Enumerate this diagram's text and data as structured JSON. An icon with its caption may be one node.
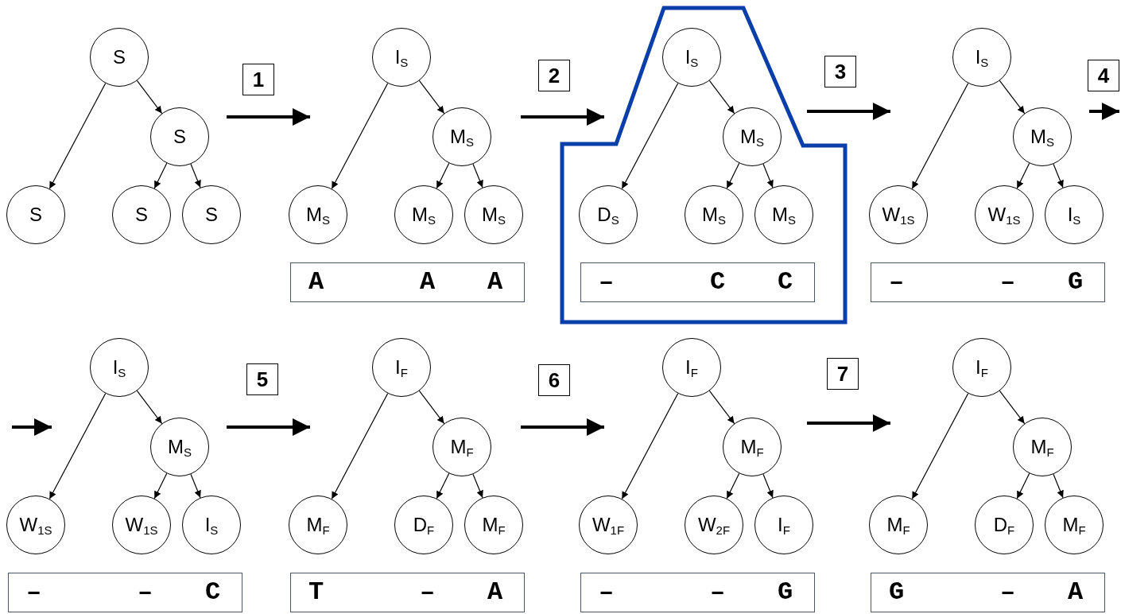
{
  "diagram": {
    "nodes": [
      {
        "text": [
          "S"
        ]
      },
      {
        "text": [
          "S"
        ]
      },
      {
        "text": [
          "S"
        ]
      },
      {
        "text": [
          "S"
        ]
      },
      {
        "text": [
          "S"
        ]
      },
      {
        "text": [
          "1"
        ]
      },
      {
        "text": [
          "I$_{S}$"
        ]
      },
      {
        "text": [
          "M$_{S}$"
        ]
      },
      {
        "text": [
          "M$_{S}$"
        ]
      },
      {
        "text": [
          "M$_{S}$"
        ]
      },
      {
        "text": [
          "M$_{S}$"
        ]
      },
      {
        "text": [
          "A",
          "A",
          "A"
        ]
      },
      {
        "text": [
          "2"
        ]
      },
      {
        "text": [
          "I$_{S}$"
        ]
      },
      {
        "text": [
          "M$_{S}$"
        ]
      },
      {
        "text": [
          "D$_{S}$"
        ]
      },
      {
        "text": [
          "M$_{S}$"
        ]
      },
      {
        "text": [
          "M$_{S}$"
        ]
      },
      {
        "text": [
          "–",
          "C",
          "C"
        ]
      },
      {
        "text": [
          "3"
        ]
      },
      {
        "text": [
          "I$_{S}$"
        ]
      },
      {
        "text": [
          "M$_{S}$"
        ]
      },
      {
        "text": [
          "W$_{1S}$"
        ]
      },
      {
        "text": [
          "W$_{1S}$"
        ]
      },
      {
        "text": [
          "I$_{S}$"
        ]
      },
      {
        "text": [
          "–",
          "–",
          "G"
        ]
      },
      {
        "text": [
          "4"
        ]
      },
      {
        "text": [
          "I$_{S}$"
        ]
      },
      {
        "text": [
          "M$_{S}$"
        ]
      },
      {
        "text": [
          "W$_{1S}$"
        ]
      },
      {
        "text": [
          "W$_{1S}$"
        ]
      },
      {
        "text": [
          "I$_{S}$"
        ]
      },
      {
        "text": [
          "–",
          "–",
          "C"
        ]
      },
      {
        "text": [
          "5"
        ]
      },
      {
        "text": [
          "I$_{F}$"
        ]
      },
      {
        "text": [
          "M$_{F}$"
        ]
      },
      {
        "text": [
          "M$_{F}$"
        ]
      },
      {
        "text": [
          "D$_{F}$"
        ]
      },
      {
        "text": [
          "M$_{F}$"
        ]
      },
      {
        "text": [
          "T",
          "–",
          "A"
        ]
      },
      {
        "text": [
          "6"
        ]
      },
      {
        "text": [
          "I$_{F}$"
        ]
      },
      {
        "text": [
          "M$_{F}$"
        ]
      },
      {
        "text": [
          "W$_{1F}$"
        ]
      },
      {
        "text": [
          "W$_{2F}$"
        ]
      },
      {
        "text": [
          "I$_{F}$"
        ]
      },
      {
        "text": [
          "–",
          "–",
          "G"
        ]
      },
      {
        "text": [
          "7"
        ]
      },
      {
        "text": [
          "I$_{F}$"
        ]
      },
      {
        "text": [
          "M$_{F}$"
        ]
      },
      {
        "text": [
          "M$_{F}$"
        ]
      },
      {
        "text": [
          "D$_{F}$"
        ]
      },
      {
        "text": [
          "M$_{F}$"
        ]
      },
      {
        "text": [
          "G",
          "–",
          "A"
        ]
      }
    ],
    "edges": [
      {
        "from": 0,
        "to": 2,
        "arrow": "to"
      },
      {
        "from": 0,
        "to": 1,
        "arrow": "to"
      },
      {
        "from": 1,
        "to": 3,
        "arrow": "to"
      },
      {
        "from": 1,
        "to": 4,
        "arrow": "to"
      },
      {
        "from": 6,
        "to": 8,
        "arrow": "to"
      },
      {
        "from": 6,
        "to": 7,
        "arrow": "to"
      },
      {
        "from": 7,
        "to": 9,
        "arrow": "to"
      },
      {
        "from": 7,
        "to": 10,
        "arrow": "to"
      },
      {
        "from": 13,
        "to": 15,
        "arrow": "to"
      },
      {
        "from": 13,
        "to": 14,
        "arrow": "to"
      },
      {
        "from": 14,
        "to": 16,
        "arrow": "to"
      },
      {
        "from": 14,
        "to": 17,
        "arrow": "to"
      },
      {
        "from": 20,
        "to": 22,
        "arrow": "to"
      },
      {
        "from": 20,
        "to": 21,
        "arrow": "to"
      },
      {
        "from": 21,
        "to": 23,
        "arrow": "to"
      },
      {
        "from": 21,
        "to": 24,
        "arrow": "to"
      },
      {
        "from": 27,
        "to": 29,
        "arrow": "to"
      },
      {
        "from": 27,
        "to": 28,
        "arrow": "to"
      },
      {
        "from": 28,
        "to": 30,
        "arrow": "to"
      },
      {
        "from": 28,
        "to": 31,
        "arrow": "to"
      },
      {
        "from": 34,
        "to": 36,
        "arrow": "to"
      },
      {
        "from": 34,
        "to": 35,
        "arrow": "to"
      },
      {
        "from": 35,
        "to": 37,
        "arrow": "to"
      },
      {
        "from": 35,
        "to": 38,
        "arrow": "to"
      },
      {
        "from": 41,
        "to": 43,
        "arrow": "to"
      },
      {
        "from": 41,
        "to": 42,
        "arrow": "to"
      },
      {
        "from": 42,
        "to": 44,
        "arrow": "to"
      },
      {
        "from": 42,
        "to": 45,
        "arrow": "to"
      },
      {
        "from": 48,
        "to": 50,
        "arrow": "to"
      },
      {
        "from": 48,
        "to": 49,
        "arrow": "to"
      },
      {
        "from": 49,
        "to": 51,
        "arrow": "to"
      },
      {
        "from": 49,
        "to": 52,
        "arrow": "to"
      }
    ]
  }
}
